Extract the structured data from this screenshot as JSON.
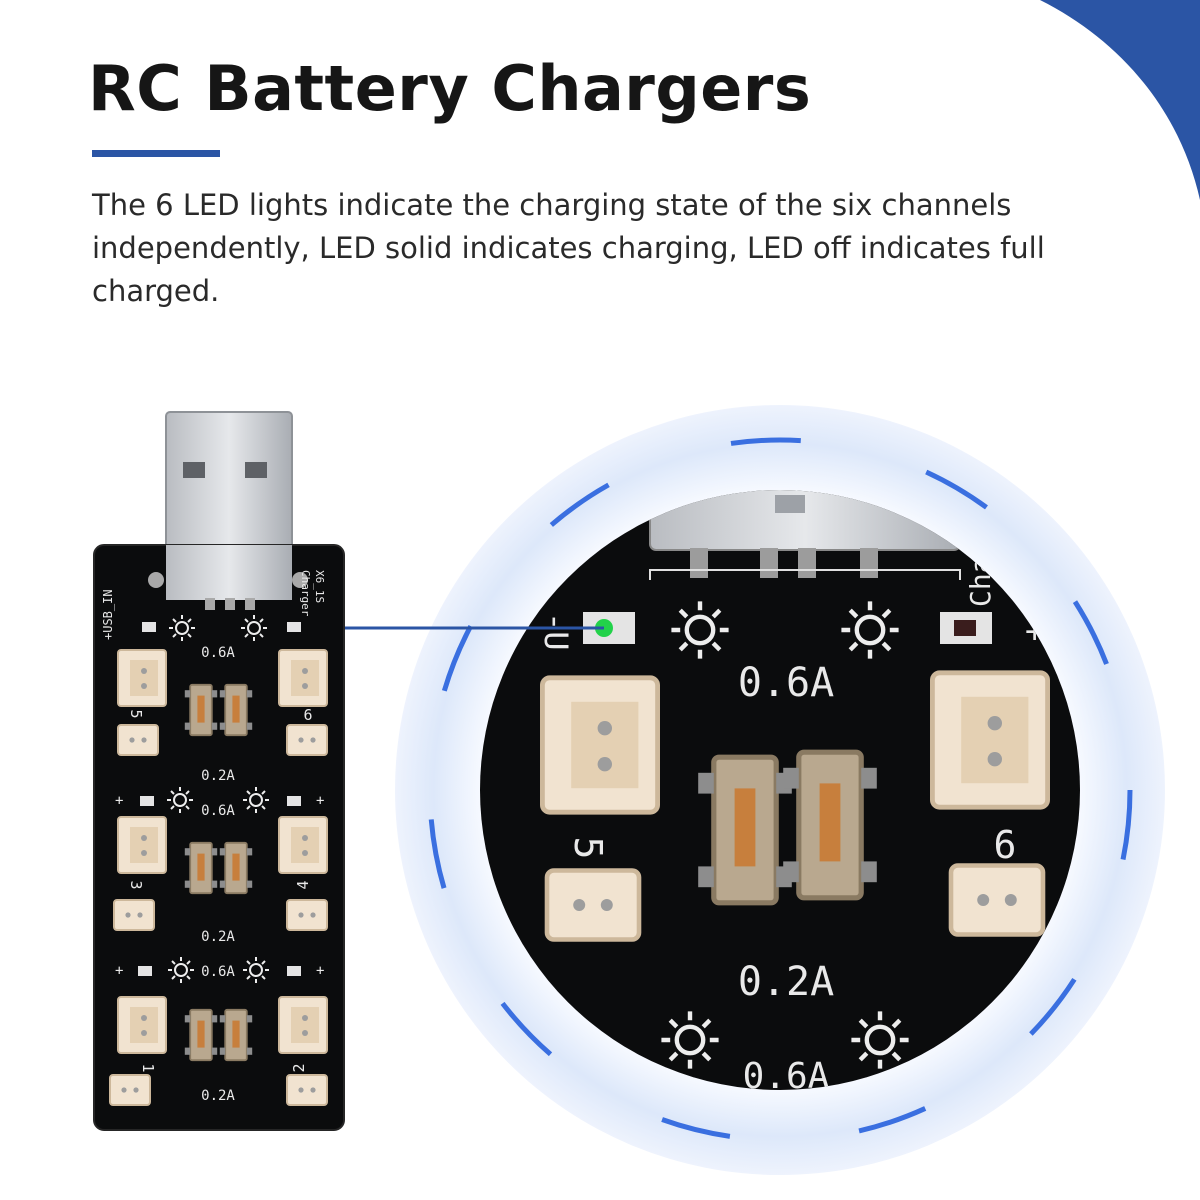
{
  "header": {
    "title": "RC Battery Chargers",
    "description": "The 6 LED lights indicate the charging state of the six channels independently, LED solid indicates charging, LED off indicates full charged."
  },
  "board": {
    "usb_label": "+USB_IN",
    "model_line1": "Charger",
    "model_line2": "X6_1S",
    "high_current": "0.6A",
    "low_current": "0.2A",
    "plus": "+",
    "channels": [
      "1",
      "2",
      "3",
      "4",
      "5",
      "6"
    ]
  },
  "zoom": {
    "high_current": "0.6A",
    "low_current": "0.2A",
    "channel_left": "5",
    "channel_right": "6",
    "usb_fragment": "-U",
    "model_fragment": "Char",
    "plus": "+",
    "next_current": "0.6A"
  },
  "colors": {
    "accent": "#2b55a5",
    "board": "#0b0c0d",
    "connector": "#f1e3d0",
    "led_on": "#22d24a",
    "halo": "#dde8fa"
  }
}
